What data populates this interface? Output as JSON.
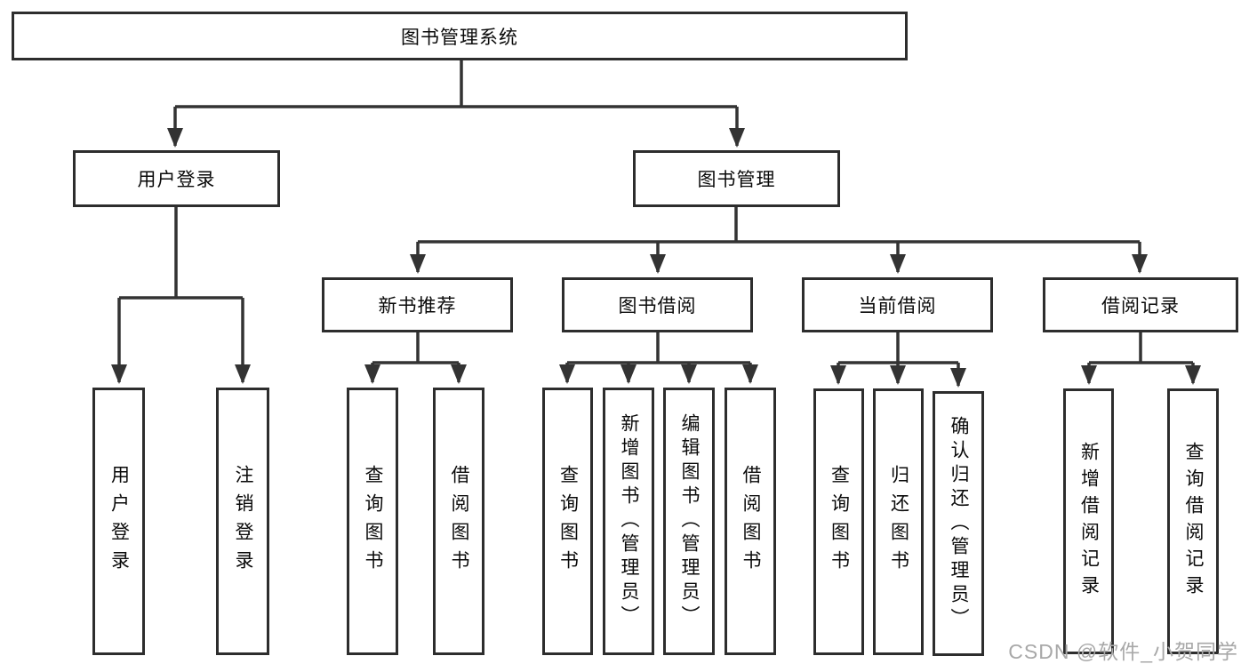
{
  "tree": {
    "root": {
      "label": "图书管理系统",
      "children": [
        {
          "label": "用户登录",
          "children": [
            {
              "label": "用户登录"
            },
            {
              "label": "注销登录"
            }
          ]
        },
        {
          "label": "图书管理",
          "children": [
            {
              "label": "新书推荐",
              "children": [
                {
                  "label": "查询图书"
                },
                {
                  "label": "借阅图书"
                }
              ]
            },
            {
              "label": "图书借阅",
              "children": [
                {
                  "label": "查询图书"
                },
                {
                  "label": "新增图书（管理员）"
                },
                {
                  "label": "编辑图书（管理员）"
                },
                {
                  "label": "借阅图书"
                }
              ]
            },
            {
              "label": "当前借阅",
              "children": [
                {
                  "label": "查询图书"
                },
                {
                  "label": "归还图书"
                },
                {
                  "label": "确认归还（管理员）"
                }
              ]
            },
            {
              "label": "借阅记录",
              "children": [
                {
                  "label": "新增借阅记录"
                },
                {
                  "label": "查询借阅记录"
                }
              ]
            }
          ]
        }
      ]
    }
  },
  "watermark": {
    "text": "CSDN @软件_小贺同学"
  },
  "colors": {
    "line": "#333333",
    "box_border": "#2d2d2d",
    "box_fill": "#ffffff",
    "text": "#0a0a0a",
    "watermark": "#a8a8a8",
    "background": "#ffffff"
  }
}
